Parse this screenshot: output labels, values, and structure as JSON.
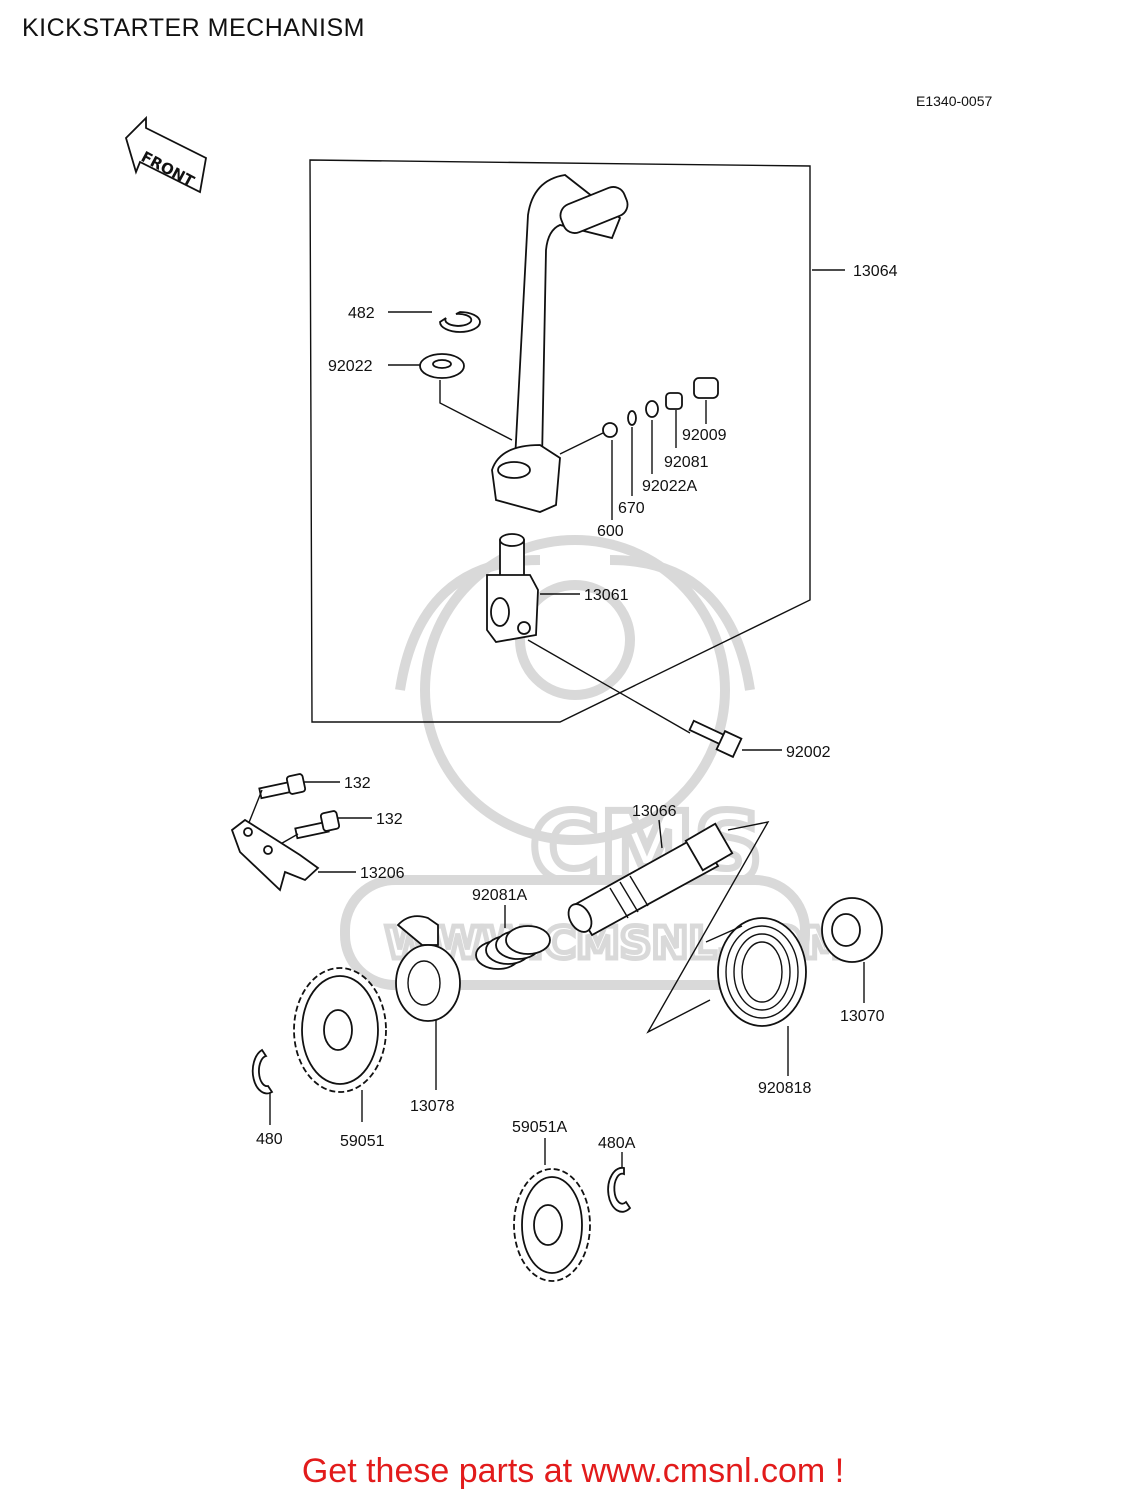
{
  "title": "KICKSTARTER MECHANISM",
  "ref_code": "E1340-0057",
  "front_label": "FRONT",
  "footer_text": "Get these parts at www.cmsnl.com !",
  "watermark": {
    "brand": "CMS",
    "url": "WWW.CMSNL.COM",
    "color": "#d9d9d9"
  },
  "colors": {
    "footer": "#e21b1b",
    "lines": "#111111"
  },
  "labels": {
    "p13064": "13064",
    "p482": "482",
    "p92022": "92022",
    "p92009": "92009",
    "p92081": "92081",
    "p92022a": "92022A",
    "p670": "670",
    "p600": "600",
    "p13061": "13061",
    "p92002": "92002",
    "p132a": "132",
    "p132b": "132",
    "p13206": "13206",
    "p13066": "13066",
    "p92081a": "92081A",
    "p13070": "13070",
    "p920818": "920818",
    "p13078": "13078",
    "p59051": "59051",
    "p480": "480",
    "p59051a": "59051A",
    "p480a": "480A"
  }
}
